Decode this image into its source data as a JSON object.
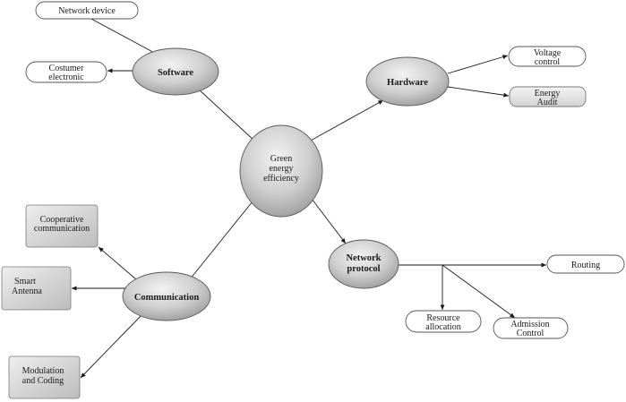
{
  "center": {
    "line1": "Green",
    "line2": "energy",
    "line3": "efficiency"
  },
  "hubs": {
    "software": "Software",
    "hardware": "Hardware",
    "communication": "Communication",
    "network_protocol": {
      "line1": "Network",
      "line2": "protocol"
    }
  },
  "leaves": {
    "network_device": "Network device",
    "costumer_electronic": {
      "line1": "Costumer",
      "line2": "electronic"
    },
    "voltage_control": {
      "line1": "Voltage",
      "line2": "control"
    },
    "energy_audit": {
      "line1": "Energy",
      "line2": "Audit"
    },
    "cooperative_communication": {
      "line1": "Cooperative",
      "line2": "communication"
    },
    "smart_antenna": {
      "line1": "Smart",
      "line2": "Antenna"
    },
    "modulation_and_coding": {
      "line1": "Modulation",
      "line2": "and Coding"
    },
    "routing": "Routing",
    "resource_allocation": {
      "line1": "Resource",
      "line2": "allocation"
    },
    "admission_control": {
      "line1": "Admission",
      "line2": "Control"
    }
  }
}
